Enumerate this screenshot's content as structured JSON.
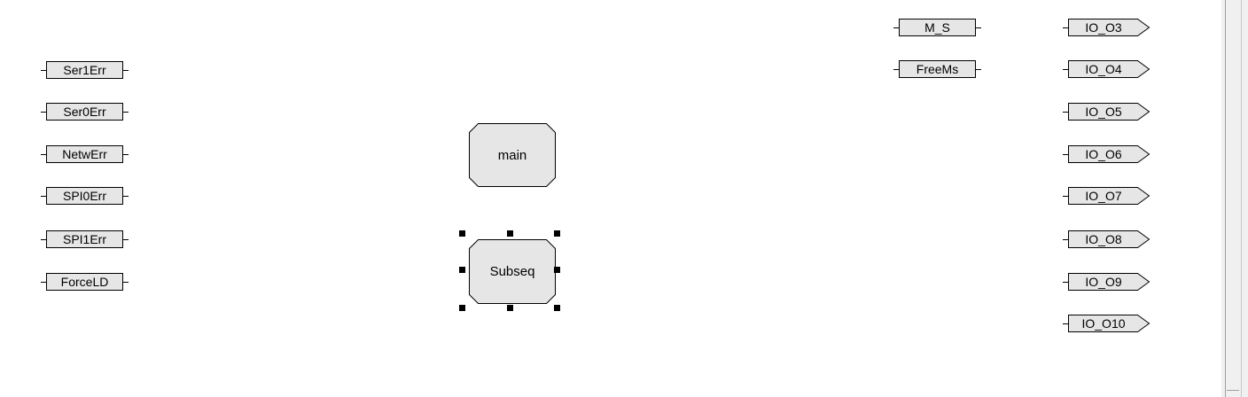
{
  "diagram": {
    "left_signals": [
      "Ser1Err",
      "Ser0Err",
      "NetwErr",
      "SPI0Err",
      "SPI1Err",
      "ForceLD"
    ],
    "blocks": {
      "main": "main",
      "subseq": "Subseq"
    },
    "middle_signals": [
      "M_S",
      "FreeMs"
    ],
    "output_signals": [
      "IO_O3",
      "IO_O4",
      "IO_O5",
      "IO_O6",
      "IO_O7",
      "IO_O8",
      "IO_O9",
      "IO_O10"
    ]
  },
  "colors": {
    "canvas": "#ffffff",
    "block_fill": "#e6e6e6",
    "outline": "#000000",
    "scrollbar": "#f0f0f0"
  }
}
